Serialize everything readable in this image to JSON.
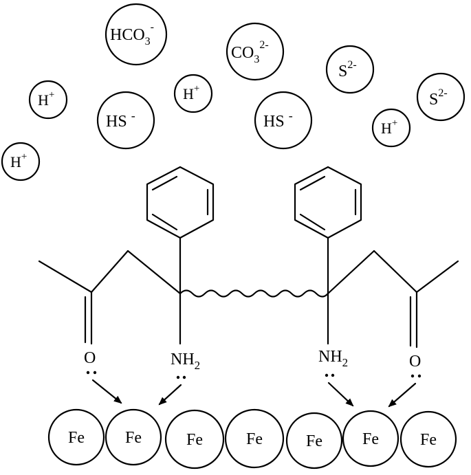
{
  "ions": {
    "hco3": {
      "base": "HCO",
      "sub": "3",
      "sup": "-"
    },
    "co3": {
      "base": "CO",
      "sub": "3",
      "sup": "2-"
    },
    "s2_a": {
      "base": "S",
      "sup": "2-"
    },
    "s2_b": {
      "base": "S",
      "sup": "2-"
    },
    "hs_a": {
      "base": "HS",
      "sup": "-"
    },
    "hs_b": {
      "base": "HS",
      "sup": "-"
    },
    "h_a": {
      "base": "H",
      "sup": "+"
    },
    "h_b": {
      "base": "H",
      "sup": "+"
    },
    "h_c": {
      "base": "H",
      "sup": "+"
    },
    "h_d": {
      "base": "H",
      "sup": "+"
    }
  },
  "molecule": {
    "oxygen_left": "O",
    "oxygen_right": "O",
    "amine_left": {
      "base": "NH",
      "sub": "2"
    },
    "amine_right": {
      "base": "NH",
      "sub": "2"
    }
  },
  "surface": {
    "atoms": [
      "Fe",
      "Fe",
      "Fe",
      "Fe",
      "Fe",
      "Fe",
      "Fe"
    ]
  },
  "colors": {
    "ink": "#000000",
    "background": "#ffffff"
  }
}
